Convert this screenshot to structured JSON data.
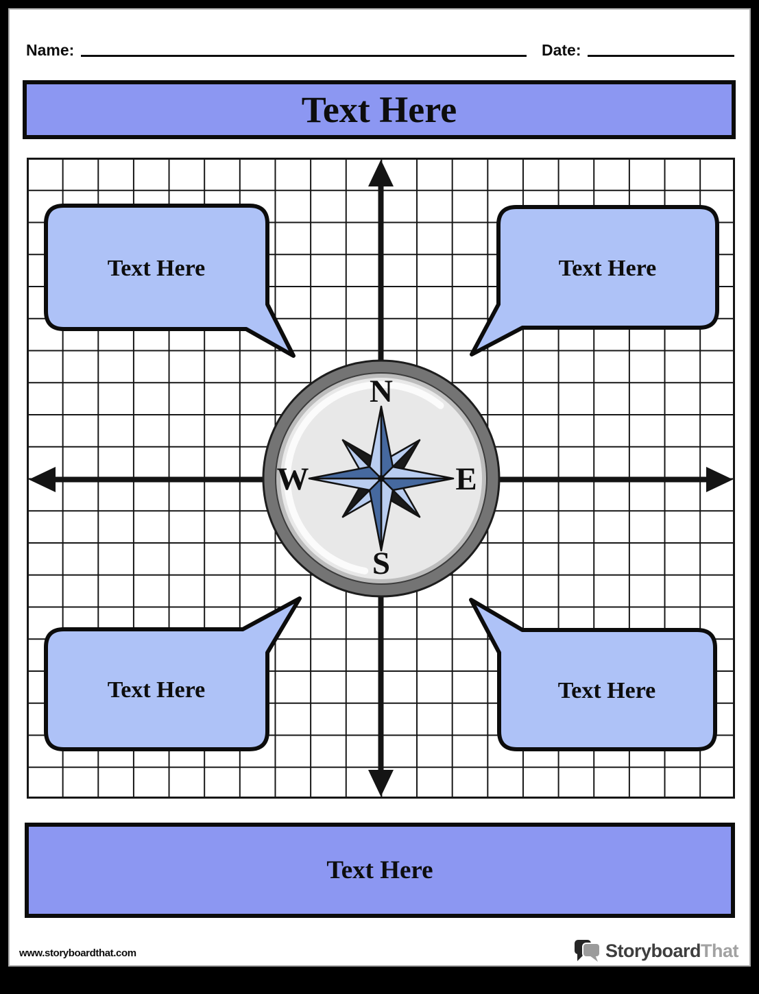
{
  "header": {
    "name_label": "Name:",
    "date_label": "Date:"
  },
  "title_banner": {
    "label": "Text Here"
  },
  "bottom_banner": {
    "label": "Text Here"
  },
  "bubbles": {
    "top_left": {
      "label": "Text Here"
    },
    "top_right": {
      "label": "Text Here"
    },
    "bottom_left": {
      "label": "Text Here"
    },
    "bottom_right": {
      "label": "Text Here"
    }
  },
  "compass": {
    "n": "N",
    "e": "E",
    "s": "S",
    "w": "W"
  },
  "footer": {
    "url": "www.storyboardthat.com",
    "logo_primary": "Storyboard",
    "logo_secondary": "That"
  },
  "colors": {
    "banner_fill": "#8c97f2",
    "bubble_fill": "#aec2f7",
    "grid_line": "#161616",
    "compass_ring": "#747474",
    "compass_face": "#e8e8e8",
    "star_dark_blue": "#46699f",
    "star_light_blue": "#b9cdf0"
  }
}
